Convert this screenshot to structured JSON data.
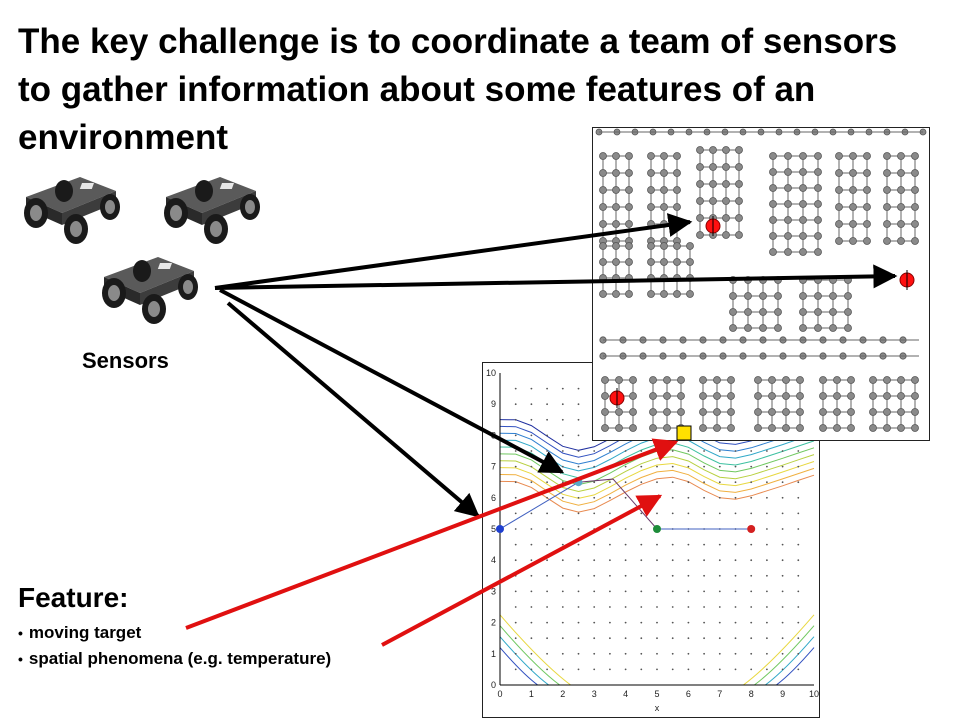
{
  "slide": {
    "title_lines": [
      "The key challenge is to coordinate a team of sensors",
      "to gather information about some features of an",
      "environment"
    ],
    "sensors_label": "Sensors",
    "feature_title": "Feature:",
    "feature_items": [
      "moving  target",
      "spatial phenomena (e.g. temperature)"
    ]
  },
  "contour_plot": {
    "x_ticks": [
      "0",
      "1",
      "2",
      "3",
      "4",
      "5",
      "6",
      "7",
      "8",
      "9",
      "10"
    ],
    "y_ticks": [
      "0",
      "1",
      "2",
      "3",
      "4",
      "5",
      "6",
      "7",
      "8",
      "9",
      "10"
    ],
    "xlabel": "x",
    "sensor_points": [
      {
        "x": 0,
        "y": 5,
        "color": "#1f3fcf"
      },
      {
        "x": 2.5,
        "y": 6.5,
        "color": "#5aa8c8"
      },
      {
        "x": 5,
        "y": 5,
        "color": "#1e8c3a"
      },
      {
        "x": 8,
        "y": 5,
        "color": "#d42020"
      }
    ]
  },
  "colors": {
    "black_arrow": "#000000",
    "red_arrow": "#e01010",
    "target_marker": "#ff1010",
    "goal_marker": "#ffe000"
  },
  "icons": [
    "robot-rover-icon",
    "target-marker-icon",
    "goal-marker-icon"
  ]
}
